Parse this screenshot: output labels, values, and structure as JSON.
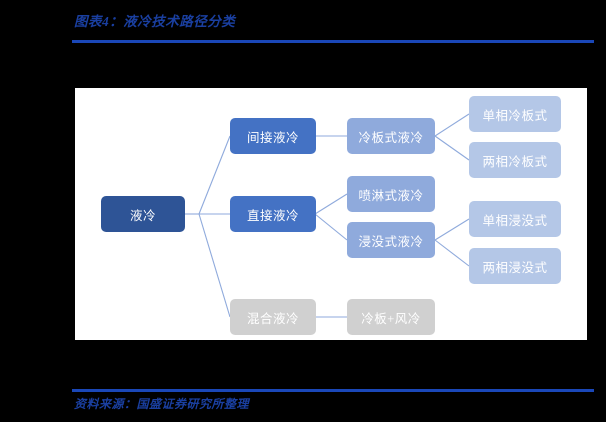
{
  "figure": {
    "title": "图表4：液冷技术路径分类",
    "source": "资料来源：国盛证券研究所整理"
  },
  "colors": {
    "accent_rule": "#1a47b8",
    "title_text": "#1a3fa0",
    "level_root": "#2e5496",
    "level_two": "#4472c4",
    "level_three": "#8faadc",
    "level_four": "#b4c7e7",
    "disabled": "#d0d0d0",
    "connector": "#8faadc",
    "panel_background": "#ffffff",
    "page_background": "#000000"
  },
  "diagram": {
    "type": "tree",
    "root": {
      "label": "液冷"
    },
    "level_two": [
      {
        "label": "间接液冷",
        "state": "active"
      },
      {
        "label": "直接液冷",
        "state": "active"
      },
      {
        "label": "混合液冷",
        "state": "disabled"
      }
    ],
    "level_three": [
      {
        "label": "冷板式液冷",
        "state": "active",
        "parent": "间接液冷"
      },
      {
        "label": "喷淋式液冷",
        "state": "active",
        "parent": "直接液冷"
      },
      {
        "label": "浸没式液冷",
        "state": "active",
        "parent": "直接液冷"
      },
      {
        "label": "冷板+风冷",
        "state": "disabled",
        "parent": "混合液冷"
      }
    ],
    "level_four": [
      {
        "label": "单相冷板式",
        "state": "active",
        "parent": "冷板式液冷"
      },
      {
        "label": "两相冷板式",
        "state": "active",
        "parent": "冷板式液冷"
      },
      {
        "label": "单相浸没式",
        "state": "active",
        "parent": "浸没式液冷"
      },
      {
        "label": "两相浸没式",
        "state": "active",
        "parent": "浸没式液冷"
      }
    ]
  }
}
